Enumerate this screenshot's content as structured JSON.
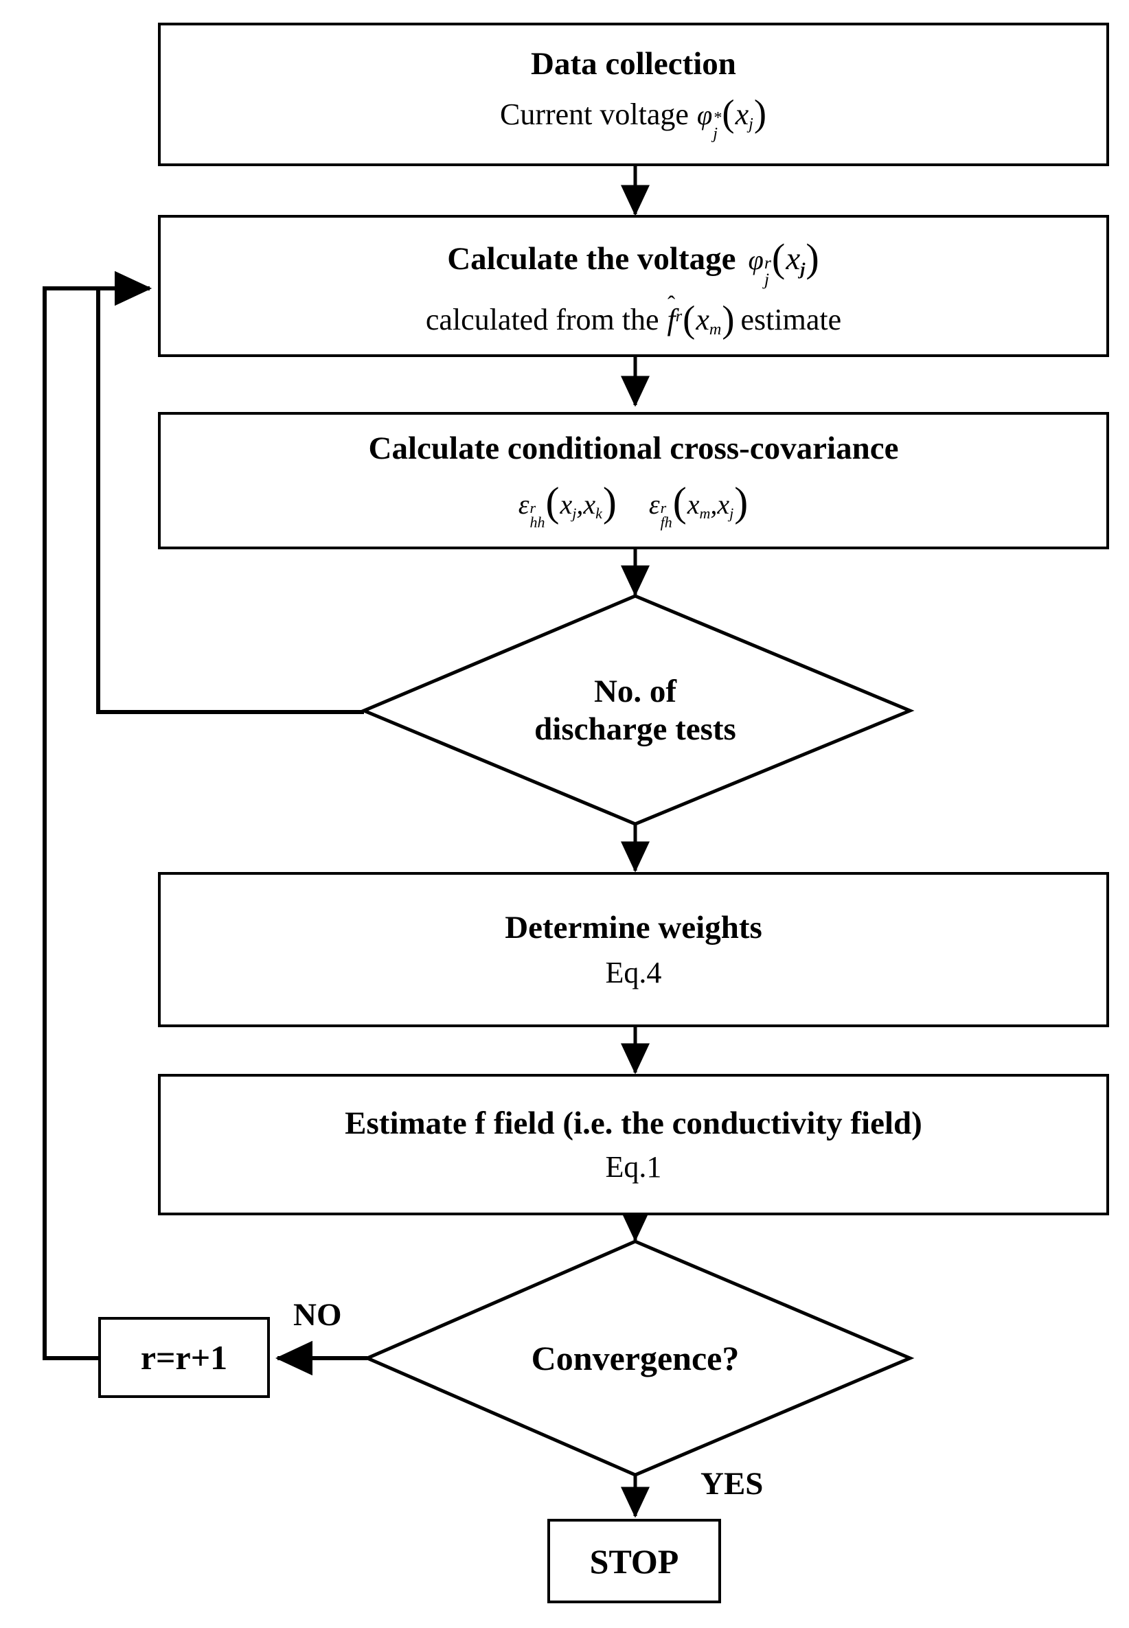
{
  "diagram": {
    "type": "flowchart",
    "title": "Sequential successive linear estimator flowchart",
    "background_color": "#ffffff",
    "stroke_color": "#000000"
  },
  "nodes": {
    "data_collection": {
      "shape": "process",
      "line1": "Data collection",
      "line2_prefix": "Current voltage",
      "symbol": {
        "base": "φ",
        "sup": "*",
        "sub": "j",
        "arg": "x",
        "arg_sub": "j"
      }
    },
    "calculate_voltage": {
      "shape": "process",
      "line1_prefix": "Calculate the voltage",
      "line1_symbol": {
        "base": "φ",
        "sup": "r",
        "sub": "j",
        "arg": "x",
        "arg_sub": "j"
      },
      "line2_prefix": "calculated from the",
      "line2_symbol": {
        "base": "f",
        "hat": true,
        "sup": "r",
        "arg": "x",
        "arg_sub": "m"
      },
      "line2_suffix": "estimate"
    },
    "cross_covariance": {
      "shape": "process",
      "line1": "Calculate conditional cross-covariance",
      "symbol1": {
        "base": "ε",
        "sup": "r",
        "sub": "hh",
        "arg1": "x",
        "arg1_sub": "j",
        "arg2": "x",
        "arg2_sub": "k"
      },
      "symbol2": {
        "base": "ε",
        "sup": "r",
        "sub": "fh",
        "arg1": "x",
        "arg1_sub": "m",
        "arg2": "x",
        "arg2_sub": "j"
      }
    },
    "discharge_tests": {
      "shape": "decision",
      "line1": "No. of",
      "line2": "discharge tests"
    },
    "determine_weights": {
      "shape": "process",
      "line1": "Determine weights",
      "line2": "Eq.4"
    },
    "estimate_f_field": {
      "shape": "process",
      "line1": "Estimate f field (i.e. the conductivity field)",
      "line2": "Eq.1"
    },
    "convergence": {
      "shape": "decision",
      "line1": "Convergence?"
    },
    "increment_r": {
      "shape": "process",
      "line1": "r=r+1"
    },
    "stop": {
      "shape": "terminator",
      "line1": "STOP"
    }
  },
  "edge_labels": {
    "no": "NO",
    "yes": "YES"
  }
}
